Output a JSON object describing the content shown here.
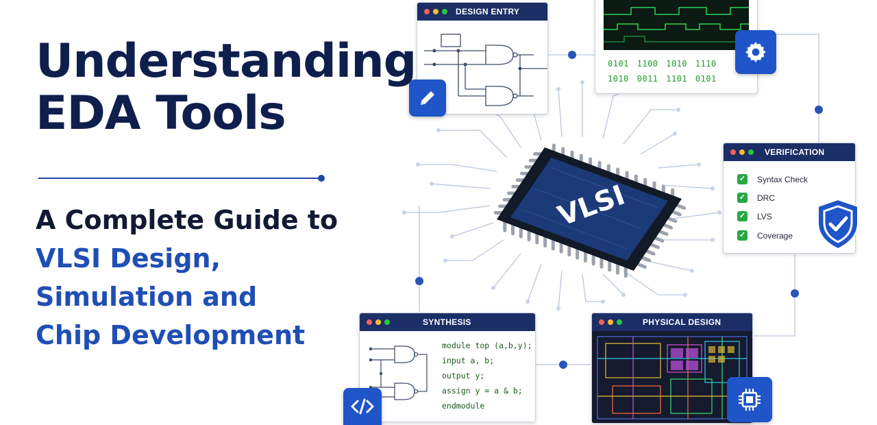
{
  "hero": {
    "title_line1": "Understanding",
    "title_line2": "EDA Tools",
    "subtitle_line1": "A Complete Guide to",
    "subtitle_line2": "VLSI Design,",
    "subtitle_line3": "Simulation and",
    "subtitle_line4": "Chip Development"
  },
  "chip": {
    "label": "VLSI"
  },
  "design_entry": {
    "title": "DESIGN ENTRY",
    "icon": "pencil-icon"
  },
  "simulation": {
    "icon": "gear-icon",
    "binary_row1": "0101 1100 1010 1110",
    "binary_row2": "1010 0011 1101 0101"
  },
  "verification": {
    "title": "VERIFICATION",
    "icon": "shield-check-icon",
    "items": [
      "Syntax Check",
      "DRC",
      "LVS",
      "Coverage"
    ]
  },
  "synthesis": {
    "title": "SYNTHESIS",
    "icon": "code-icon",
    "code": [
      "module top (a,b,y);",
      "input a, b;",
      "output y;",
      "assign y = a & b;",
      "endmodule"
    ]
  },
  "physical_design": {
    "title": "PHYSICAL DESIGN",
    "icon": "cpu-icon"
  },
  "colors": {
    "navy": "#0f1f4d",
    "accent_blue": "#1f4fb5",
    "window_bar": "#1b2f66",
    "check_green": "#27a844"
  }
}
